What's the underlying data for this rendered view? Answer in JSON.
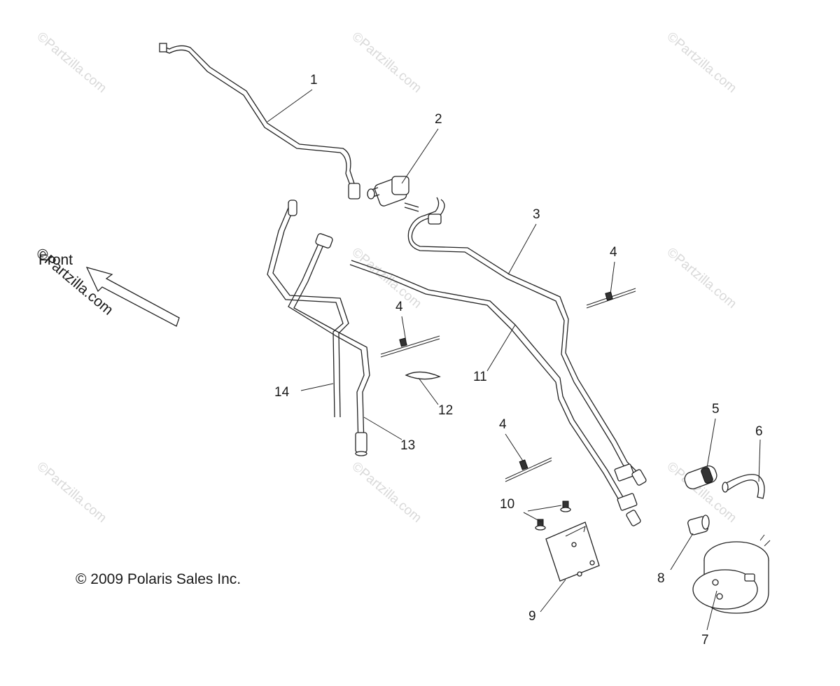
{
  "watermark": {
    "text": "©Partzilla.com"
  },
  "front_label": "Front",
  "front_watermark": "©Partzilla.com",
  "copyright": "© 2009 Polaris Sales Inc.",
  "callouts": [
    "1",
    "2",
    "3",
    "4",
    "4",
    "4",
    "5",
    "6",
    "7",
    "8",
    "9",
    "10",
    "11",
    "12",
    "13",
    "14"
  ]
}
